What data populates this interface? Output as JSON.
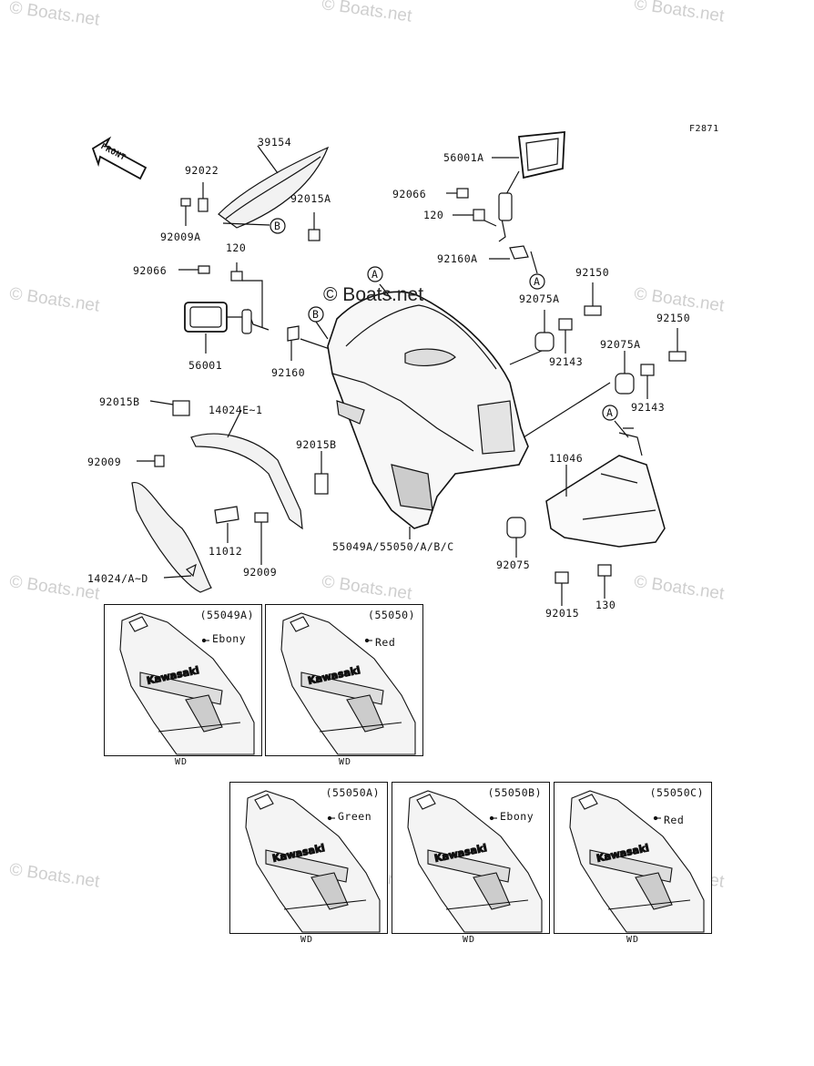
{
  "figure_code": "F2871",
  "watermark": "© Boats.net",
  "front_arrow": "FRONT",
  "callout_a": "A",
  "callout_b": "B",
  "parts": {
    "p39154": "39154",
    "p92022": "92022",
    "p92015A": "92015A",
    "p92009A": "92009A",
    "p120_left": "120",
    "p92066_left": "92066",
    "p56001": "56001",
    "p92160": "92160",
    "p92015B_left": "92015B",
    "p14024E": "14024E~1",
    "p92009_left": "92009",
    "p92015B_mid": "92015B",
    "p11012": "11012",
    "p92009_mid": "92009",
    "p14024": "14024/A~D",
    "p55049": "55049A/55050/A/B/C",
    "p56001A": "56001A",
    "p92066_right": "92066",
    "p120_right": "120",
    "p92160A": "92160A",
    "p92075A_1": "92075A",
    "p92150_1": "92150",
    "p92143_1": "92143",
    "p92150_2": "92150",
    "p92075A_2": "92075A",
    "p92143_2": "92143",
    "p11046": "11046",
    "p92075": "92075",
    "p92015": "92015",
    "p130": "130"
  },
  "variants": [
    {
      "code": "(55049A)",
      "color": "Ebony",
      "market": "WD"
    },
    {
      "code": "(55050)",
      "color": "Red",
      "market": "WD"
    },
    {
      "code": "(55050A)",
      "color": "Green",
      "market": "WD"
    },
    {
      "code": "(55050B)",
      "color": "Ebony",
      "market": "WD"
    },
    {
      "code": "(55050C)",
      "color": "Red",
      "market": "WD"
    }
  ],
  "decal_text": "Kawasaki"
}
